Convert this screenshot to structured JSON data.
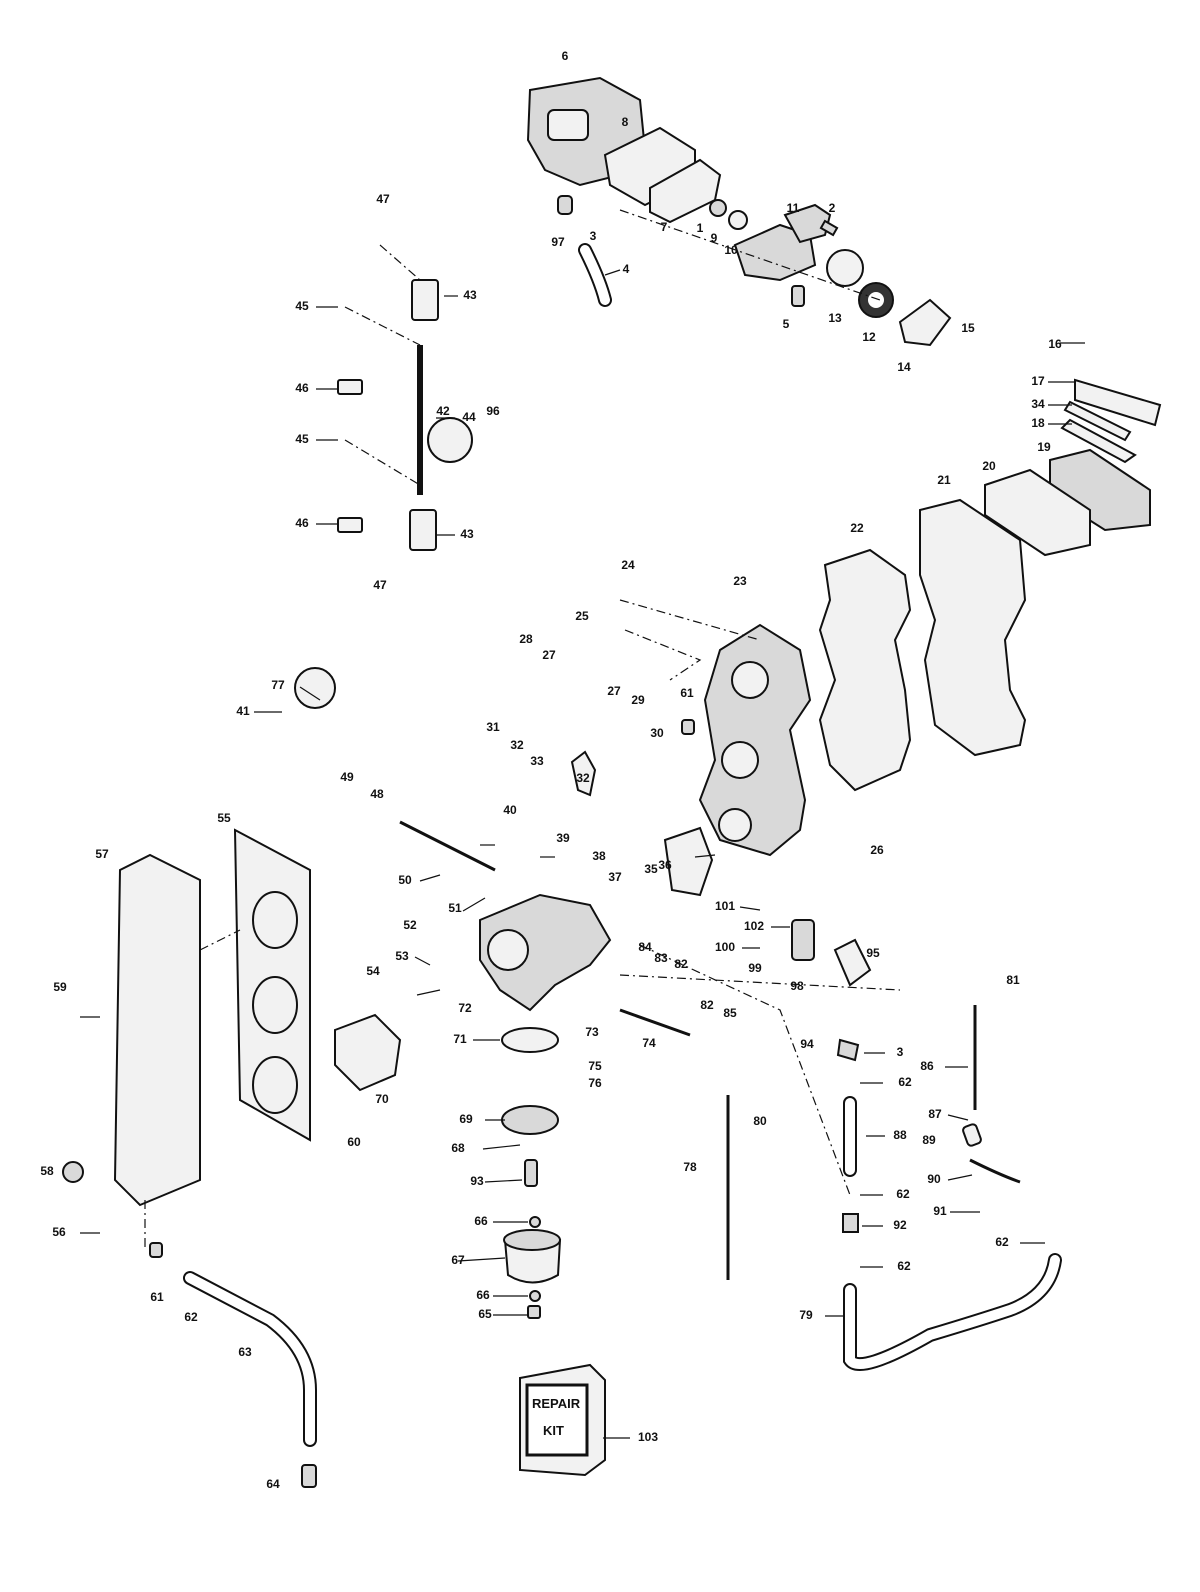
{
  "callouts": [
    {
      "id": "c1",
      "label": "1"
    },
    {
      "id": "c2",
      "label": "2"
    },
    {
      "id": "c3a",
      "label": "3"
    },
    {
      "id": "c3b",
      "label": "3"
    },
    {
      "id": "c4",
      "label": "4"
    },
    {
      "id": "c5",
      "label": "5"
    },
    {
      "id": "c6",
      "label": "6"
    },
    {
      "id": "c7",
      "label": "7"
    },
    {
      "id": "c8",
      "label": "8"
    },
    {
      "id": "c9",
      "label": "9"
    },
    {
      "id": "c10",
      "label": "10"
    },
    {
      "id": "c11",
      "label": "11"
    },
    {
      "id": "c12",
      "label": "12"
    },
    {
      "id": "c13",
      "label": "13"
    },
    {
      "id": "c14",
      "label": "14"
    },
    {
      "id": "c15",
      "label": "15"
    },
    {
      "id": "c16",
      "label": "16"
    },
    {
      "id": "c17",
      "label": "17"
    },
    {
      "id": "c18",
      "label": "18"
    },
    {
      "id": "c19",
      "label": "19"
    },
    {
      "id": "c20",
      "label": "20"
    },
    {
      "id": "c21",
      "label": "21"
    },
    {
      "id": "c22",
      "label": "22"
    },
    {
      "id": "c23",
      "label": "23"
    },
    {
      "id": "c24",
      "label": "24"
    },
    {
      "id": "c25",
      "label": "25"
    },
    {
      "id": "c26",
      "label": "26"
    },
    {
      "id": "c27a",
      "label": "27"
    },
    {
      "id": "c27b",
      "label": "27"
    },
    {
      "id": "c28",
      "label": "28"
    },
    {
      "id": "c29",
      "label": "29"
    },
    {
      "id": "c30",
      "label": "30"
    },
    {
      "id": "c31",
      "label": "31"
    },
    {
      "id": "c32a",
      "label": "32"
    },
    {
      "id": "c32b",
      "label": "32"
    },
    {
      "id": "c33",
      "label": "33"
    },
    {
      "id": "c34",
      "label": "34"
    },
    {
      "id": "c35",
      "label": "35"
    },
    {
      "id": "c36",
      "label": "36"
    },
    {
      "id": "c37",
      "label": "37"
    },
    {
      "id": "c38",
      "label": "38"
    },
    {
      "id": "c39",
      "label": "39"
    },
    {
      "id": "c40",
      "label": "40"
    },
    {
      "id": "c41",
      "label": "41"
    },
    {
      "id": "c42",
      "label": "42"
    },
    {
      "id": "c43a",
      "label": "43"
    },
    {
      "id": "c43b",
      "label": "43"
    },
    {
      "id": "c44",
      "label": "44"
    },
    {
      "id": "c45a",
      "label": "45"
    },
    {
      "id": "c45b",
      "label": "45"
    },
    {
      "id": "c46a",
      "label": "46"
    },
    {
      "id": "c46b",
      "label": "46"
    },
    {
      "id": "c47a",
      "label": "47"
    },
    {
      "id": "c47b",
      "label": "47"
    },
    {
      "id": "c48",
      "label": "48"
    },
    {
      "id": "c49",
      "label": "49"
    },
    {
      "id": "c50",
      "label": "50"
    },
    {
      "id": "c51",
      "label": "51"
    },
    {
      "id": "c52",
      "label": "52"
    },
    {
      "id": "c53",
      "label": "53"
    },
    {
      "id": "c54",
      "label": "54"
    },
    {
      "id": "c55",
      "label": "55"
    },
    {
      "id": "c56",
      "label": "56"
    },
    {
      "id": "c57",
      "label": "57"
    },
    {
      "id": "c58",
      "label": "58"
    },
    {
      "id": "c59",
      "label": "59"
    },
    {
      "id": "c60",
      "label": "60"
    },
    {
      "id": "c61a",
      "label": "61"
    },
    {
      "id": "c61b",
      "label": "61"
    },
    {
      "id": "c62a",
      "label": "62"
    },
    {
      "id": "c62b",
      "label": "62"
    },
    {
      "id": "c62c",
      "label": "62"
    },
    {
      "id": "c62d",
      "label": "62"
    },
    {
      "id": "c62e",
      "label": "62"
    },
    {
      "id": "c63",
      "label": "63"
    },
    {
      "id": "c64",
      "label": "64"
    },
    {
      "id": "c65",
      "label": "65"
    },
    {
      "id": "c66a",
      "label": "66"
    },
    {
      "id": "c66b",
      "label": "66"
    },
    {
      "id": "c67",
      "label": "67"
    },
    {
      "id": "c68",
      "label": "68"
    },
    {
      "id": "c69",
      "label": "69"
    },
    {
      "id": "c70",
      "label": "70"
    },
    {
      "id": "c71",
      "label": "71"
    },
    {
      "id": "c72",
      "label": "72"
    },
    {
      "id": "c73",
      "label": "73"
    },
    {
      "id": "c74",
      "label": "74"
    },
    {
      "id": "c75",
      "label": "75"
    },
    {
      "id": "c76",
      "label": "76"
    },
    {
      "id": "c77",
      "label": "77"
    },
    {
      "id": "c78",
      "label": "78"
    },
    {
      "id": "c79",
      "label": "79"
    },
    {
      "id": "c80",
      "label": "80"
    },
    {
      "id": "c81",
      "label": "81"
    },
    {
      "id": "c82a",
      "label": "82"
    },
    {
      "id": "c82b",
      "label": "82"
    },
    {
      "id": "c83",
      "label": "83"
    },
    {
      "id": "c84",
      "label": "84"
    },
    {
      "id": "c85",
      "label": "85"
    },
    {
      "id": "c86",
      "label": "86"
    },
    {
      "id": "c87",
      "label": "87"
    },
    {
      "id": "c88",
      "label": "88"
    },
    {
      "id": "c89",
      "label": "89"
    },
    {
      "id": "c90",
      "label": "90"
    },
    {
      "id": "c91",
      "label": "91"
    },
    {
      "id": "c92",
      "label": "92"
    },
    {
      "id": "c93",
      "label": "93"
    },
    {
      "id": "c94",
      "label": "94"
    },
    {
      "id": "c95",
      "label": "95"
    },
    {
      "id": "c96",
      "label": "96"
    },
    {
      "id": "c97",
      "label": "97"
    },
    {
      "id": "c98",
      "label": "98"
    },
    {
      "id": "c99",
      "label": "99"
    },
    {
      "id": "c100",
      "label": "100"
    },
    {
      "id": "c101",
      "label": "101"
    },
    {
      "id": "c102",
      "label": "102"
    },
    {
      "id": "c103",
      "label": "103"
    }
  ],
  "repair_kit": {
    "line1": "REPAIR",
    "line2": "KIT"
  }
}
